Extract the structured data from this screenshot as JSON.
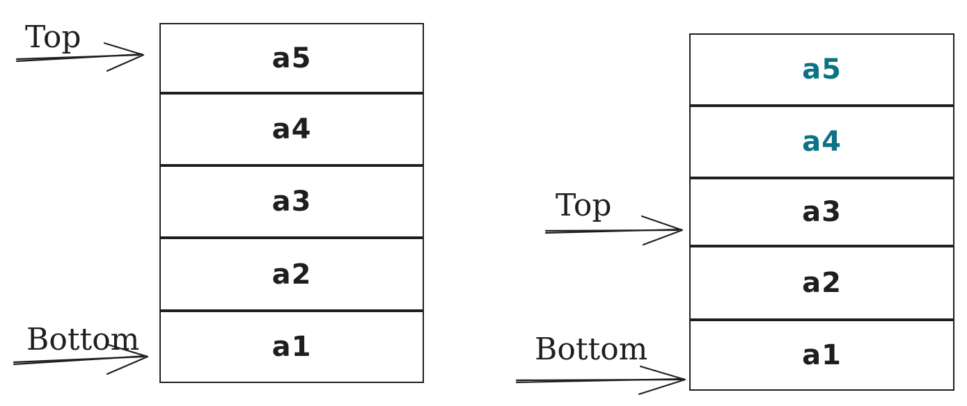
{
  "stacks": [
    {
      "cells": [
        "a5",
        "a4",
        "a3",
        "a2",
        "a1"
      ],
      "cell_colors": [
        "#1e1e1e",
        "#1e1e1e",
        "#1e1e1e",
        "#1e1e1e",
        "#1e1e1e"
      ],
      "pointers": {
        "top_label": "Top",
        "bottom_label": "Bottom"
      }
    },
    {
      "cells": [
        "a5",
        "a4",
        "a3",
        "a2",
        "a1"
      ],
      "cell_colors": [
        "#0c7285",
        "#0c7285",
        "#1e1e1e",
        "#1e1e1e",
        "#1e1e1e"
      ],
      "pointers": {
        "top_label": "Top",
        "bottom_label": "Bottom"
      }
    }
  ],
  "colors": {
    "ink": "#1e1e1e",
    "popped": "#0c7285",
    "background": "#ffffff"
  }
}
